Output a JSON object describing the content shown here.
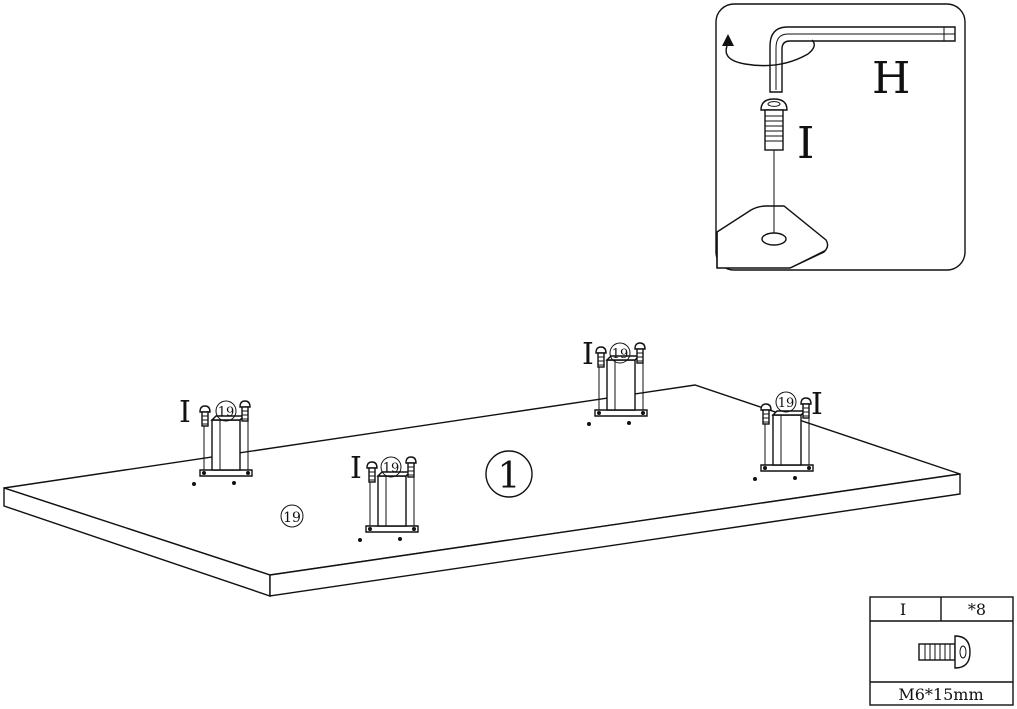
{
  "detail_callout": {
    "tool_label": "H",
    "screw_label": "I"
  },
  "board": {
    "part_number": "1",
    "bracket_part_number": "19"
  },
  "brackets": [
    {
      "screw_label": "I",
      "part_label": "19"
    },
    {
      "screw_label": "I",
      "part_label": "19"
    },
    {
      "screw_label": "I",
      "part_label": "19"
    },
    {
      "screw_label": "I",
      "part_label": "19"
    }
  ],
  "parts_table": {
    "part_id": "I",
    "quantity": "*8",
    "spec": "M6*15mm"
  }
}
